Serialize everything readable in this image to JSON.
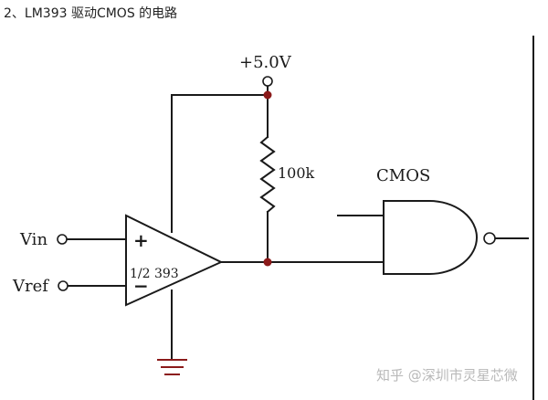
{
  "heading": "2、LM393 驱动CMOS 的电路",
  "labels": {
    "supply": "+5.0V",
    "resistor": "100k",
    "gate": "CMOS",
    "vin": "Vin",
    "vref": "Vref",
    "plus": "+",
    "minus": "−",
    "opamp": "1/2 393"
  },
  "watermark": "知乎 @深圳市灵星芯微",
  "colors": {
    "wire": "#1a1a1a",
    "junction": "#8b1a1a",
    "watermark": "#b9b9b9"
  }
}
